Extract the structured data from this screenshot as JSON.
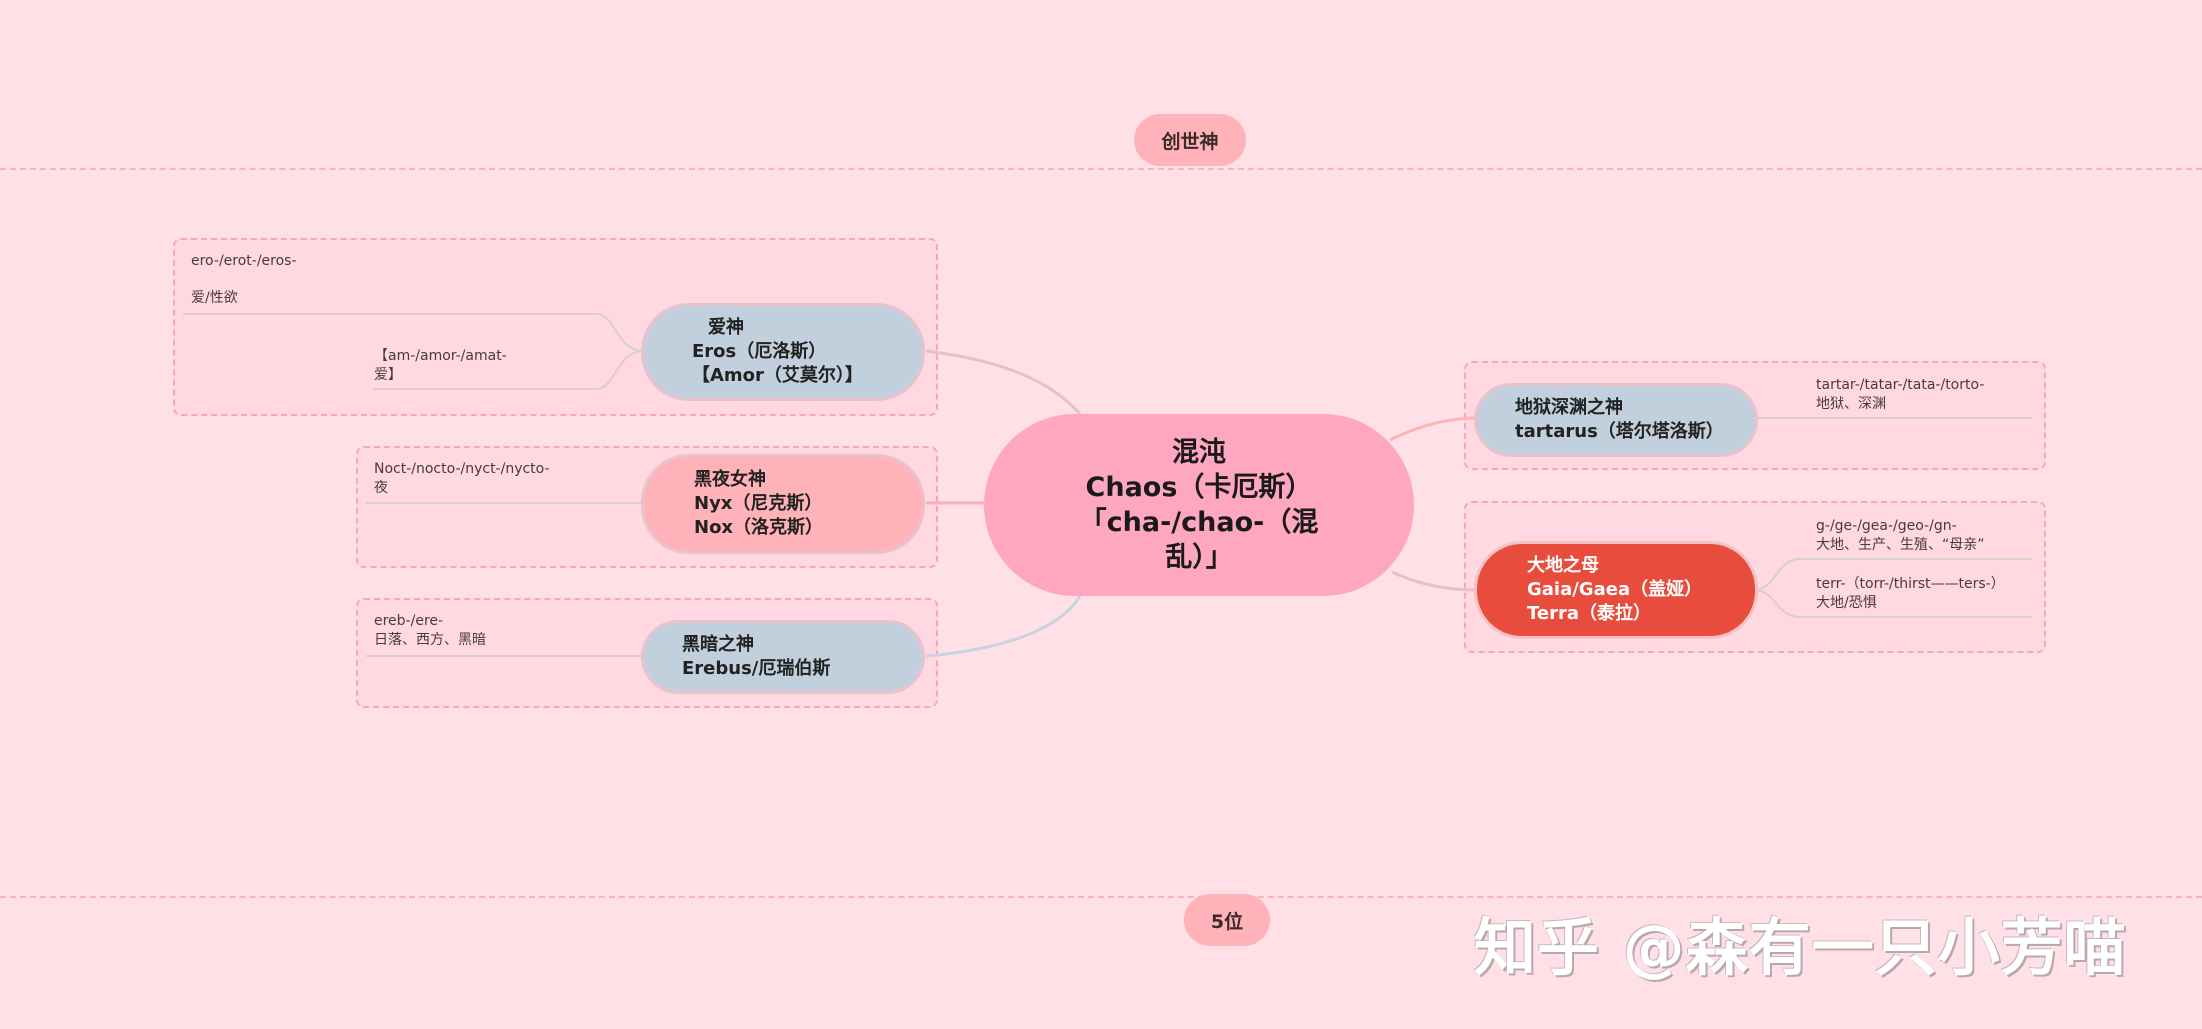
{
  "top_tag": "创世神",
  "bottom_tag": "5位",
  "central": {
    "line1": "混沌",
    "line2": "Chaos（卡厄斯）",
    "line3": "「cha-/chao-（混",
    "line4": "乱）」"
  },
  "nodes": {
    "eros": {
      "line1": "爱神",
      "line2": "Eros（厄洛斯）",
      "line3": "【Amor（艾莫尔）】"
    },
    "nyx": {
      "line1": "黑夜女神",
      "line2": "Nyx（尼克斯）",
      "line3": "Nox（洛克斯）"
    },
    "erebus": {
      "line1": "黑暗之神",
      "line2": "Erebus/厄瑞伯斯"
    },
    "tartarus": {
      "line1": "地狱深渊之神",
      "line2": "tartarus（塔尔塔洛斯）"
    },
    "gaia": {
      "line1": "大地之母",
      "line2": "Gaia/Gaea（盖娅）",
      "line3": "Terra（泰拉）"
    }
  },
  "notes": {
    "eros_1_line1": "ero-/erot-/eros-",
    "eros_1_line2": "爱/性欲",
    "eros_2_line1": "【am-/amor-/amat-",
    "eros_2_line2": "爱】",
    "nyx_line1": "Noct-/nocto-/nyct-/nycto-",
    "nyx_line2": "夜",
    "erebus_line1": "ereb-/ere-",
    "erebus_line2": "日落、西方、黑暗",
    "tartarus_line1": "tartar-/tatar-/tata-/torto-",
    "tartarus_line2": "地狱、深渊",
    "gaia_1_line1": "g-/ge-/gea-/geo-/gn-",
    "gaia_1_line2": "大地、生产、生殖、“母亲”",
    "gaia_2_line1": "terr-（torr-/thirst——ters-）",
    "gaia_2_line2": "大地/恐惧"
  },
  "watermark": "知乎 @森有一只小芳喵",
  "colors": {
    "background": "#ffe0e6",
    "central": "#ffa6c1",
    "blue_node": "#c2cfdc",
    "salmon_node": "#ffb3b8",
    "red_node": "#e84c3d"
  }
}
